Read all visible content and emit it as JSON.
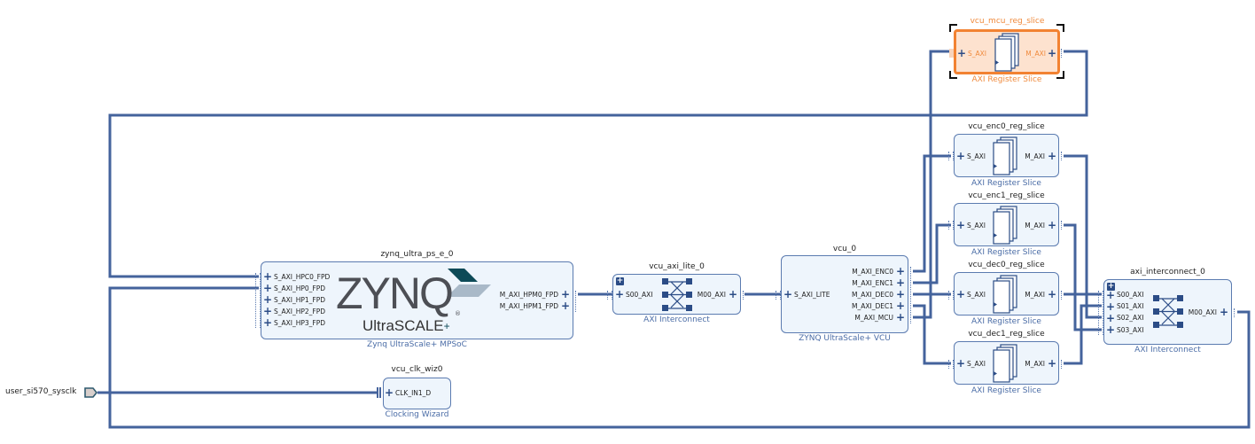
{
  "diagram": {
    "zynq": {
      "instance": "zynq_ultra_ps_e_0",
      "type": "Zynq UltraScale+ MPSoC",
      "logo_main": "ZYNQ",
      "logo_sub": "UltraSCALE",
      "logo_plus": "+",
      "logo_reg": "®",
      "inputs": [
        "S_AXI_HPC0_FPD",
        "S_AXI_HP0_FPD",
        "S_AXI_HP1_FPD",
        "S_AXI_HP2_FPD",
        "S_AXI_HP3_FPD"
      ],
      "outputs": [
        "M_AXI_HPM0_FPD",
        "M_AXI_HPM1_FPD"
      ]
    },
    "axi_lite": {
      "instance": "vcu_axi_lite_0",
      "type": "AXI Interconnect",
      "inputs": [
        "S00_AXI"
      ],
      "outputs": [
        "M00_AXI"
      ]
    },
    "vcu": {
      "instance": "vcu_0",
      "type": "ZYNQ UltraScale+ VCU",
      "inputs": [
        "S_AXI_LITE"
      ],
      "outputs": [
        "M_AXI_ENC0",
        "M_AXI_ENC1",
        "M_AXI_DEC0",
        "M_AXI_DEC1",
        "M_AXI_MCU"
      ]
    },
    "reg_slices": [
      {
        "instance": "vcu_mcu_reg_slice",
        "type": "AXI Register Slice",
        "input": "S_AXI",
        "output": "M_AXI",
        "selected": true
      },
      {
        "instance": "vcu_enc0_reg_slice",
        "type": "AXI Register Slice",
        "input": "S_AXI",
        "output": "M_AXI"
      },
      {
        "instance": "vcu_enc1_reg_slice",
        "type": "AXI Register Slice",
        "input": "S_AXI",
        "output": "M_AXI"
      },
      {
        "instance": "vcu_dec0_reg_slice",
        "type": "AXI Register Slice",
        "input": "S_AXI",
        "output": "M_AXI"
      },
      {
        "instance": "vcu_dec1_reg_slice",
        "type": "AXI Register Slice",
        "input": "S_AXI",
        "output": "M_AXI"
      }
    ],
    "axi_interconnect": {
      "instance": "axi_interconnect_0",
      "type": "AXI Interconnect",
      "inputs": [
        "S00_AXI",
        "S01_AXI",
        "S02_AXI",
        "S03_AXI"
      ],
      "outputs": [
        "M00_AXI"
      ]
    },
    "clk_wiz": {
      "instance": "vcu_clk_wiz0",
      "type": "Clocking Wizard",
      "inputs": [
        "CLK_IN1_D"
      ]
    },
    "external_port": {
      "name": "user_si570_sysclk"
    },
    "colors": {
      "wire": "#44639c",
      "block_border": "#5b7bb0",
      "block_fill": "#eef5fc",
      "selected": "#f28232",
      "selected_fill": "#fde2cf"
    }
  }
}
